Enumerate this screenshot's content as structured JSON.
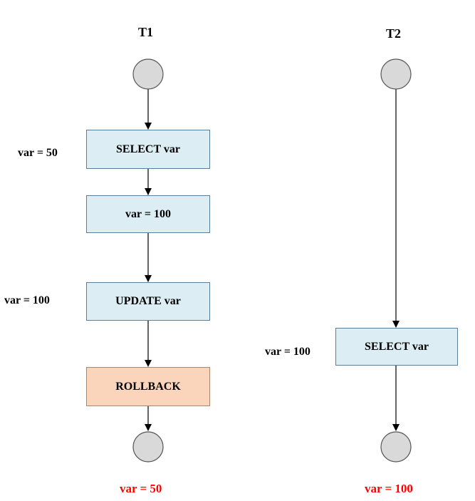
{
  "colors": {
    "box_fill": "#dcedf3",
    "box_border": "#5b7f9a",
    "rollback_fill": "#fad5bc",
    "rollback_border": "#a9866d",
    "node_fill": "#d9d9d9",
    "node_border": "#555555",
    "result_text": "#ff0000"
  },
  "t1": {
    "title": "T1",
    "steps": [
      "SELECT var",
      "var = 100",
      "UPDATE var",
      "ROLLBACK"
    ],
    "side_labels": [
      "var = 50",
      "var = 100"
    ],
    "result": "var = 50"
  },
  "t2": {
    "title": "T2",
    "steps": [
      "SELECT var"
    ],
    "side_labels": [
      "var = 100"
    ],
    "result": "var = 100"
  }
}
